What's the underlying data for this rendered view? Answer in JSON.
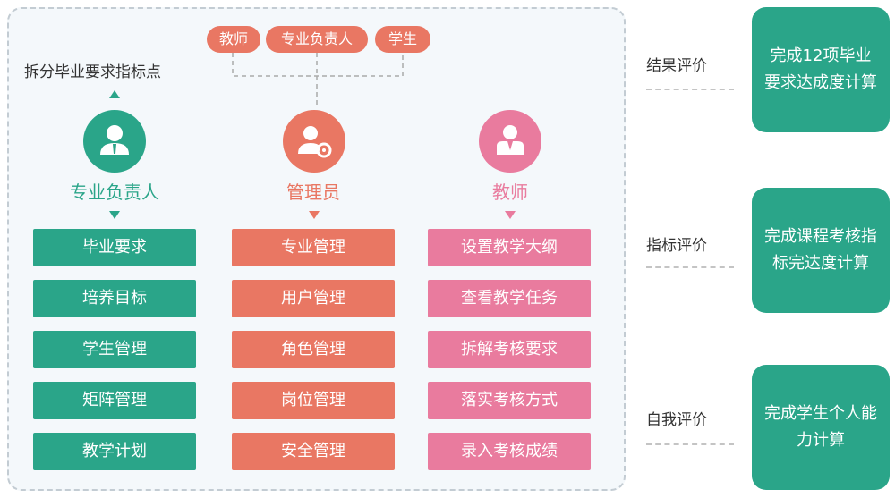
{
  "colors": {
    "green": "#2aa589",
    "orange": "#e97763",
    "pink": "#e97b9e"
  },
  "pills": [
    "教师",
    "专业负责人",
    "学生"
  ],
  "split_label": "拆分毕业要求指标点",
  "roles": [
    {
      "label": "专业负责人",
      "icon": "user-icon",
      "items": [
        "毕业要求",
        "培养目标",
        "学生管理",
        "矩阵管理",
        "教学计划"
      ]
    },
    {
      "label": "管理员",
      "icon": "user-gear-icon",
      "items": [
        "专业管理",
        "用户管理",
        "角色管理",
        "岗位管理",
        "安全管理"
      ]
    },
    {
      "label": "教师",
      "icon": "teacher-icon",
      "items": [
        "设置教学大纲",
        "查看教学任务",
        "拆解考核要求",
        "落实考核方式",
        "录入考核成绩"
      ]
    }
  ],
  "evaluations": [
    {
      "label": "结果评价",
      "result": "完成12项毕业要求达成度计算"
    },
    {
      "label": "指标评价",
      "result": "完成课程考核指标完达度计算"
    },
    {
      "label": "自我评价",
      "result": "完成学生个人能力计算"
    }
  ]
}
